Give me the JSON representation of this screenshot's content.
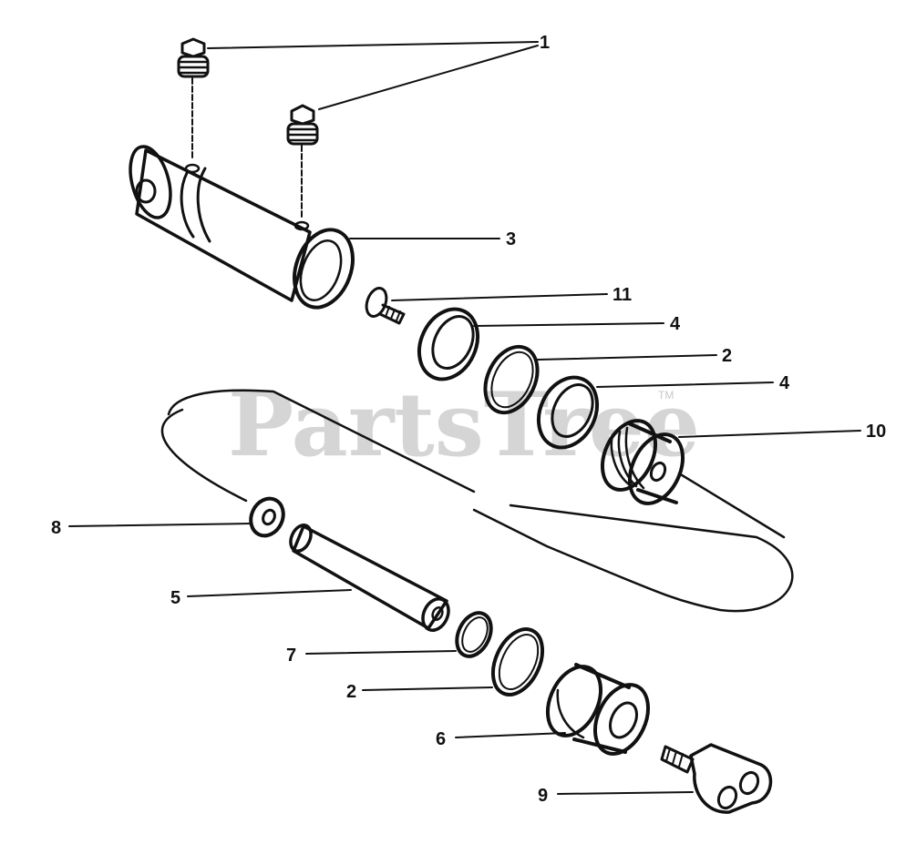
{
  "watermark": {
    "text": "PartsTree",
    "trademark": "TM"
  },
  "callouts": {
    "c1": "1",
    "c3": "3",
    "c11": "11",
    "c4a": "4",
    "c2a": "2",
    "c4b": "4",
    "c10": "10",
    "c8": "8",
    "c5": "5",
    "c7": "7",
    "c2b": "2",
    "c6": "6",
    "c9": "9"
  },
  "colors": {
    "ink": "#111111",
    "watermark": "#c8c8c8",
    "background": "#ffffff"
  }
}
